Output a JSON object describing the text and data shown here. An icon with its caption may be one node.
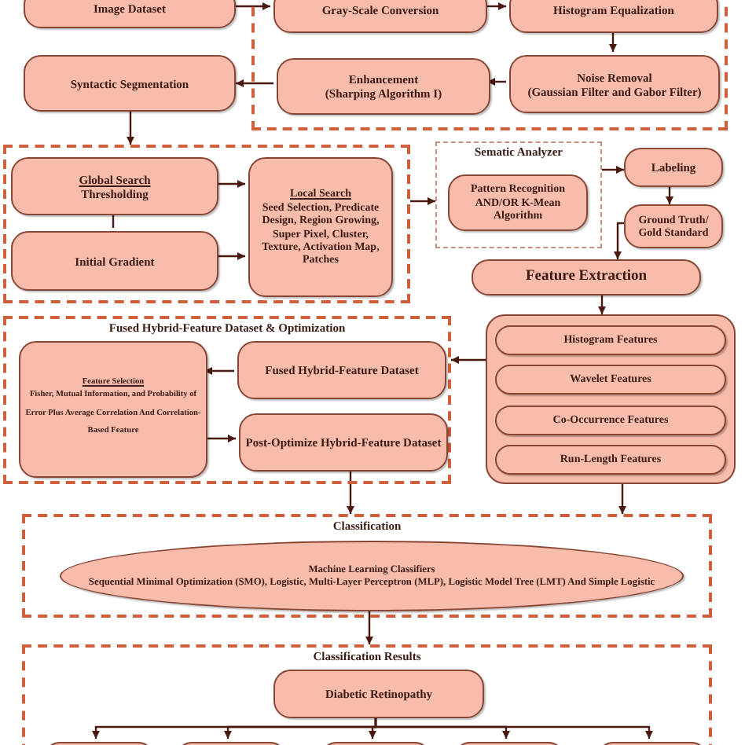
{
  "diagram": {
    "nodes": [
      {
        "text": [
          "Image Dataset"
        ]
      },
      {
        "text": [],
        "shape": "box"
      },
      {
        "text": [
          "Gray-Scale Conversion"
        ],
        "in": 1
      },
      {
        "text": [
          "Histogram Equalization"
        ],
        "in": 1
      },
      {
        "text": [
          "Syntactic Segmentation"
        ]
      },
      {
        "text": [
          "Enhancement",
          "(Sharping Algorithm I)"
        ],
        "in": 1
      },
      {
        "text": [
          "Noise Removal",
          "(Gaussian Filter and Gabor Filter)"
        ],
        "in": 1
      },
      {
        "text": [],
        "shape": "box"
      },
      {
        "text": [
          "Global Search",
          "Thresholding"
        ],
        "in": 7
      },
      {
        "text": [
          "Initial Gradient"
        ],
        "in": 7
      },
      {
        "text": [
          "Local Search",
          "Seed Selection, Predicate Design, Region Growing, Super Pixel, Cluster, Texture, Activation Map, Patches"
        ],
        "in": 7
      },
      {
        "text": [
          "Sematic Analyzer"
        ]
      },
      {
        "text": [
          "Pattern Recognition AND/OR K-Mean Algorithm"
        ],
        "in": 11
      },
      {
        "text": [
          "Labeling"
        ]
      },
      {
        "text": [
          "Ground Truth/ Gold Standard"
        ]
      },
      {
        "text": [
          "Feature Extraction"
        ]
      },
      {
        "text": [],
        "shape": "box"
      },
      {
        "text": [
          "Histogram Features"
        ],
        "in": 16
      },
      {
        "text": [
          "Wavelet Features"
        ],
        "in": 16
      },
      {
        "text": [
          "Co-Occurrence Features"
        ],
        "in": 16
      },
      {
        "text": [
          "Run-Length Features"
        ],
        "in": 16
      },
      {
        "text": [
          "Fused Hybrid-Feature Dataset & Optimization"
        ]
      },
      {
        "text": [
          "Feature Selection",
          "Fisher, Mutual Information, and Probability of Error Plus Average Correlation And Correlation-Based Feature"
        ],
        "in": 21
      },
      {
        "text": [
          "Fused Hybrid-Feature Dataset"
        ],
        "in": 21
      },
      {
        "text": [
          "Post-Optimize Hybrid-Feature Dataset"
        ],
        "in": 21
      },
      {
        "text": [
          "Classification"
        ]
      },
      {
        "text": [
          "Machine Learning Classifiers",
          "Sequential Minimal Optimization (SMO), Logistic, Multi-Layer Perceptron (MLP), Logistic Model Tree (LMT) And Simple Logistic"
        ],
        "in": 25
      },
      {
        "text": [
          "Classification Results"
        ]
      },
      {
        "text": [
          "Diabetic Retinopathy"
        ],
        "in": 27
      },
      {
        "text": [],
        "shape": "box",
        "in": 27
      },
      {
        "text": [],
        "shape": "box",
        "in": 27
      },
      {
        "text": [],
        "shape": "box",
        "in": 27
      },
      {
        "text": [],
        "shape": "box",
        "in": 27
      },
      {
        "text": [],
        "shape": "box",
        "in": 27
      }
    ],
    "edges": [
      {
        "from": 0,
        "to": 2,
        "arrow": "to"
      },
      {
        "from": 2,
        "to": 3,
        "arrow": "to"
      },
      {
        "from": 3,
        "to": 6,
        "arrow": "to"
      },
      {
        "from": 6,
        "to": 5,
        "arrow": "to"
      },
      {
        "from": 5,
        "to": 4,
        "arrow": "to"
      },
      {
        "from": 4,
        "to": 7,
        "arrow": "to"
      },
      {
        "from": 8,
        "to": 9,
        "arrow": "none"
      },
      {
        "from": 8,
        "to": 10,
        "arrow": "to"
      },
      {
        "from": 9,
        "to": 10,
        "arrow": "to"
      },
      {
        "from": 7,
        "to": 11,
        "arrow": "to"
      },
      {
        "from": 11,
        "to": 13,
        "arrow": "to"
      },
      {
        "from": 13,
        "to": 14,
        "arrow": "to"
      },
      {
        "from": 14,
        "to": 15,
        "arrow": "to"
      },
      {
        "from": 15,
        "to": 16,
        "arrow": "to"
      },
      {
        "from": 16,
        "to": 21,
        "arrow": "to"
      },
      {
        "from": 23,
        "to": 22,
        "arrow": "to"
      },
      {
        "from": 22,
        "to": 24,
        "arrow": "to"
      },
      {
        "from": 24,
        "to": 25,
        "arrow": "to"
      },
      {
        "from": 16,
        "to": 25,
        "arrow": "to"
      },
      {
        "from": 26,
        "to": 27,
        "arrow": "to"
      },
      {
        "from": 28,
        "to": 29,
        "arrow": "to"
      },
      {
        "from": 28,
        "to": 30,
        "arrow": "to"
      },
      {
        "from": 28,
        "to": 31,
        "arrow": "to"
      },
      {
        "from": 28,
        "to": 32,
        "arrow": "to"
      },
      {
        "from": 28,
        "to": 33,
        "arrow": "to"
      }
    ]
  }
}
